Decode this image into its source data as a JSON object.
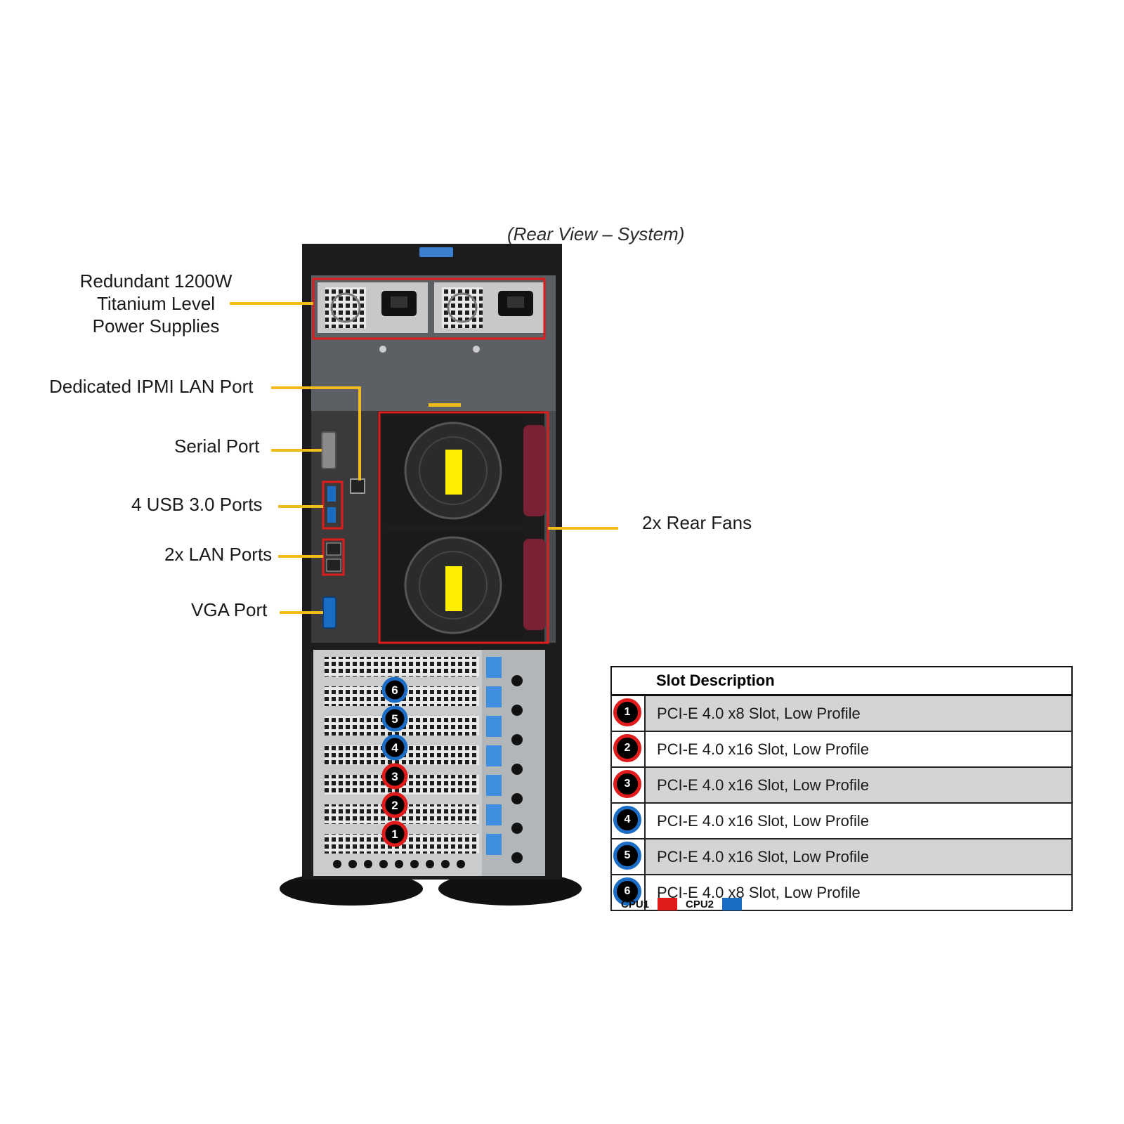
{
  "title": "(Rear View – System)",
  "callouts": {
    "power": [
      "Redundant  1200W",
      "Titanium  Level",
      "Power Supplies"
    ],
    "ipmi": "Dedicated IPMI  LAN Port",
    "serial": "Serial Port",
    "usb": "4 USB  3.0 Ports",
    "lan": "2x LAN Ports",
    "vga": "VGA Port",
    "fans": "2x Rear Fans"
  },
  "colors": {
    "callout_line": "#f2bb1d",
    "highlight": "#e01b1b",
    "cpu1": "#e01b1b",
    "cpu2": "#1a6cc4"
  },
  "slot_table": {
    "header": "Slot Description",
    "rows": [
      {
        "num": "1",
        "cpu": "cpu1",
        "desc": "PCI-E  4.0  x8  Slot,  Low  Profile"
      },
      {
        "num": "2",
        "cpu": "cpu1",
        "desc": "PCI-E  4.0  x16  Slot,  Low  Profile"
      },
      {
        "num": "3",
        "cpu": "cpu1",
        "desc": "PCI-E  4.0  x16  Slot,  Low  Profile"
      },
      {
        "num": "4",
        "cpu": "cpu2",
        "desc": "PCI-E  4.0  x16  Slot,  Low  Profile"
      },
      {
        "num": "5",
        "cpu": "cpu2",
        "desc": "PCI-E  4.0  x16  Slot,  Low  Profile"
      },
      {
        "num": "6",
        "cpu": "cpu2",
        "desc": "PCI-E  4.0  x8  Slot,  Low  Profile"
      }
    ]
  },
  "chassis_slots": [
    {
      "num": "6",
      "cpu": "cpu2"
    },
    {
      "num": "5",
      "cpu": "cpu2"
    },
    {
      "num": "4",
      "cpu": "cpu2"
    },
    {
      "num": "3",
      "cpu": "cpu1"
    },
    {
      "num": "2",
      "cpu": "cpu1"
    },
    {
      "num": "1",
      "cpu": "cpu1"
    }
  ],
  "legend": {
    "cpu1": "CPU1",
    "cpu2": "CPU2"
  }
}
